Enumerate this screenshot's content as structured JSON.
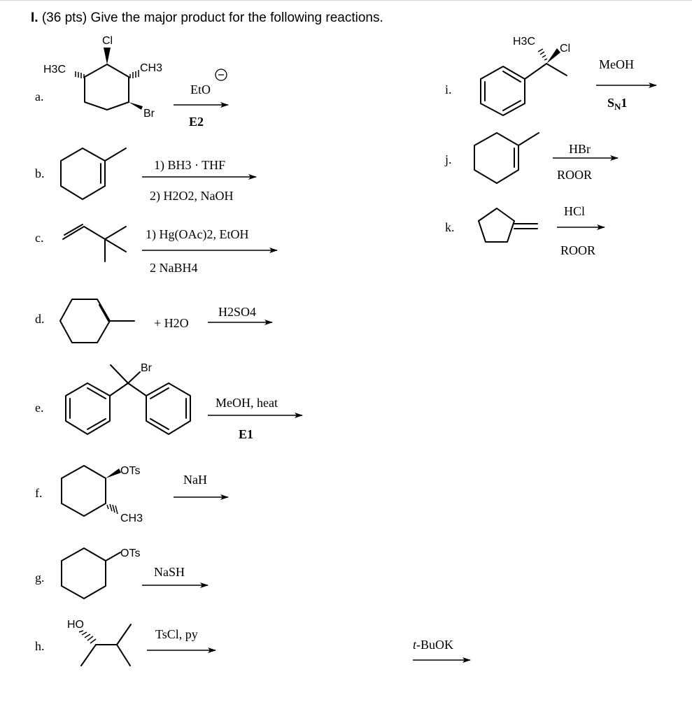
{
  "header": {
    "number": "I.",
    "text": "(36 pts) Give the major product for the following reactions."
  },
  "reactions": [
    {
      "label": "a.",
      "substituents": [
        "Cl",
        "H3C",
        "CH3",
        "Br"
      ],
      "reagent_top": "EtO",
      "reagent_bottom": "E2"
    },
    {
      "label": "b.",
      "reagent_top": "1) BH3 · THF",
      "reagent_bottom": "2) H2O2, NaOH"
    },
    {
      "label": "c.",
      "reagent_top": "1) Hg(OAc)2, EtOH",
      "reagent_bottom": "2 NaBH4"
    },
    {
      "label": "d.",
      "plus": "+ H2O",
      "reagent_top": "H2SO4"
    },
    {
      "label": "e.",
      "substituents": [
        "Br"
      ],
      "reagent_top": "MeOH, heat",
      "reagent_bottom": "E1"
    },
    {
      "label": "f.",
      "substituents": [
        "OTs",
        "CH3"
      ],
      "reagent_top": "NaH"
    },
    {
      "label": "g.",
      "substituents": [
        "OTs"
      ],
      "reagent_top": "NaSH"
    },
    {
      "label": "h.",
      "substituents": [
        "HO"
      ],
      "reagent_top": "TsCl, py",
      "reagent_second": "t-BuOK"
    },
    {
      "label": "i.",
      "substituents": [
        "H3C",
        "Cl"
      ],
      "reagent_top": "MeOH",
      "reagent_bottom": "SN1"
    },
    {
      "label": "j.",
      "reagent_top": "HBr",
      "reagent_bottom": "ROOR"
    },
    {
      "label": "k.",
      "reagent_top": "HCl",
      "reagent_bottom": "ROOR"
    }
  ]
}
